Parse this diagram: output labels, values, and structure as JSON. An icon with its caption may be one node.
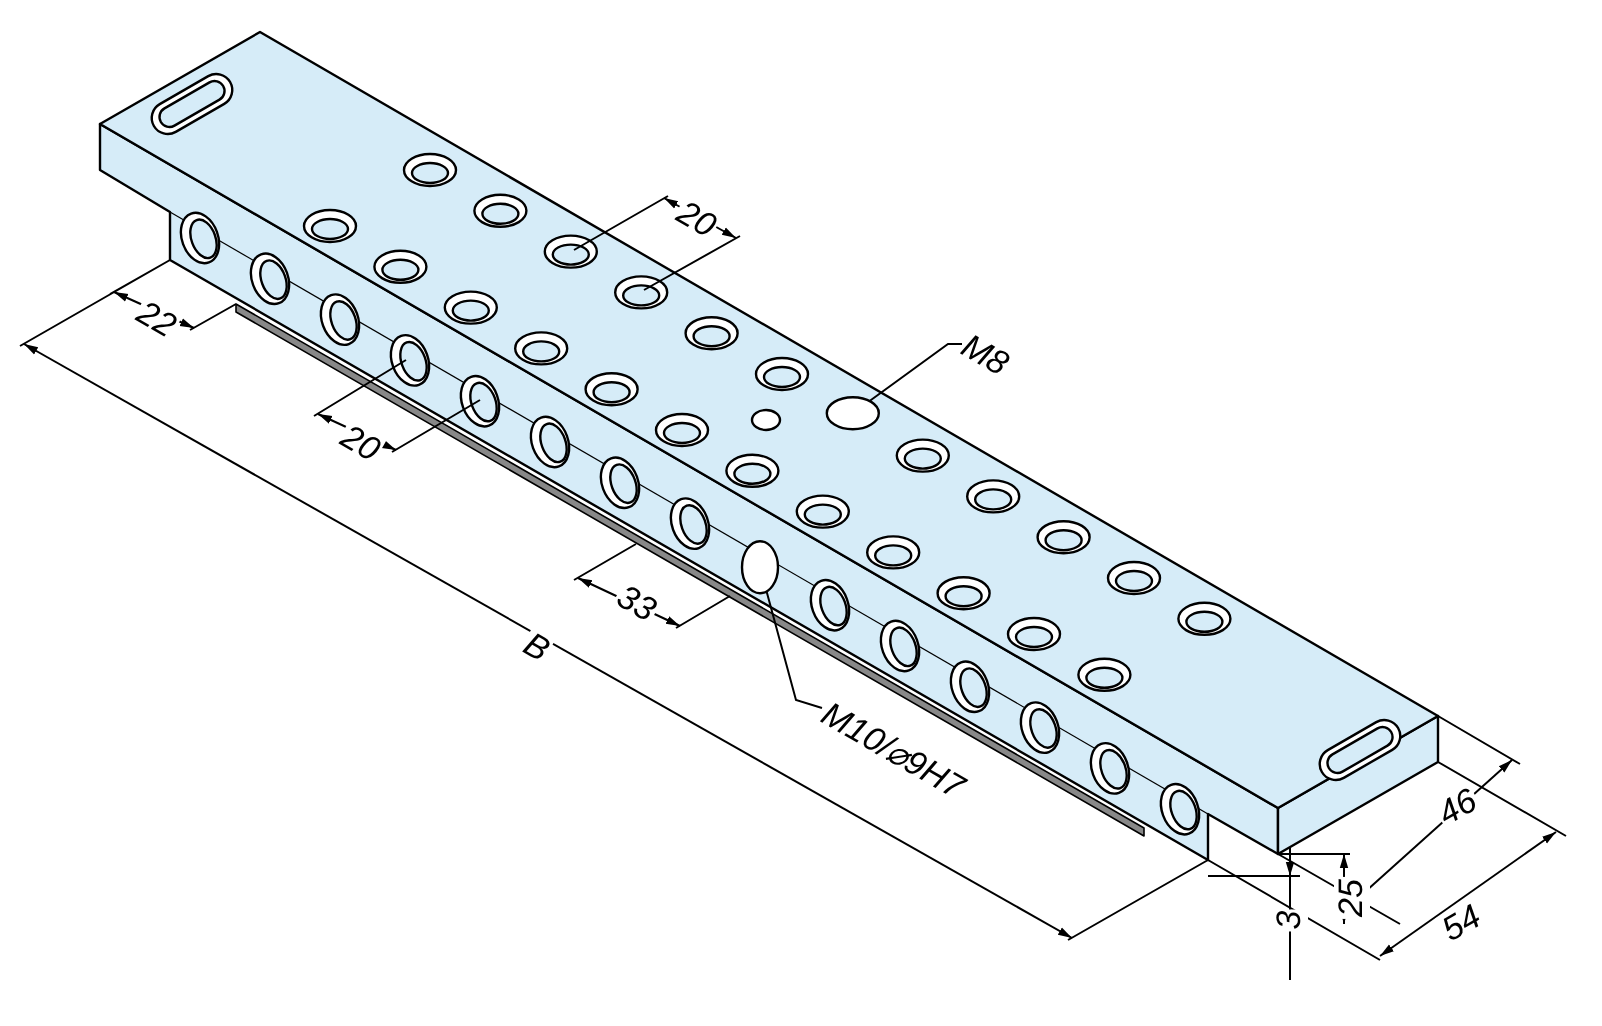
{
  "diagram": {
    "nodes": [
      {
        "text": [
          "M8"
        ]
      },
      {
        "text": [],
        "shape": "circle"
      },
      {
        "text": [
          "M10/⌀9H7"
        ]
      },
      {
        "text": [],
        "shape": "circle"
      }
    ],
    "edges": [
      {
        "from": 0,
        "to": 1,
        "arrow": "none"
      },
      {
        "from": 2,
        "to": 3,
        "arrow": "none"
      }
    ],
    "labels": [
      "20",
      "22",
      "20",
      "33",
      "B",
      "46",
      "25",
      "54",
      "3"
    ]
  }
}
